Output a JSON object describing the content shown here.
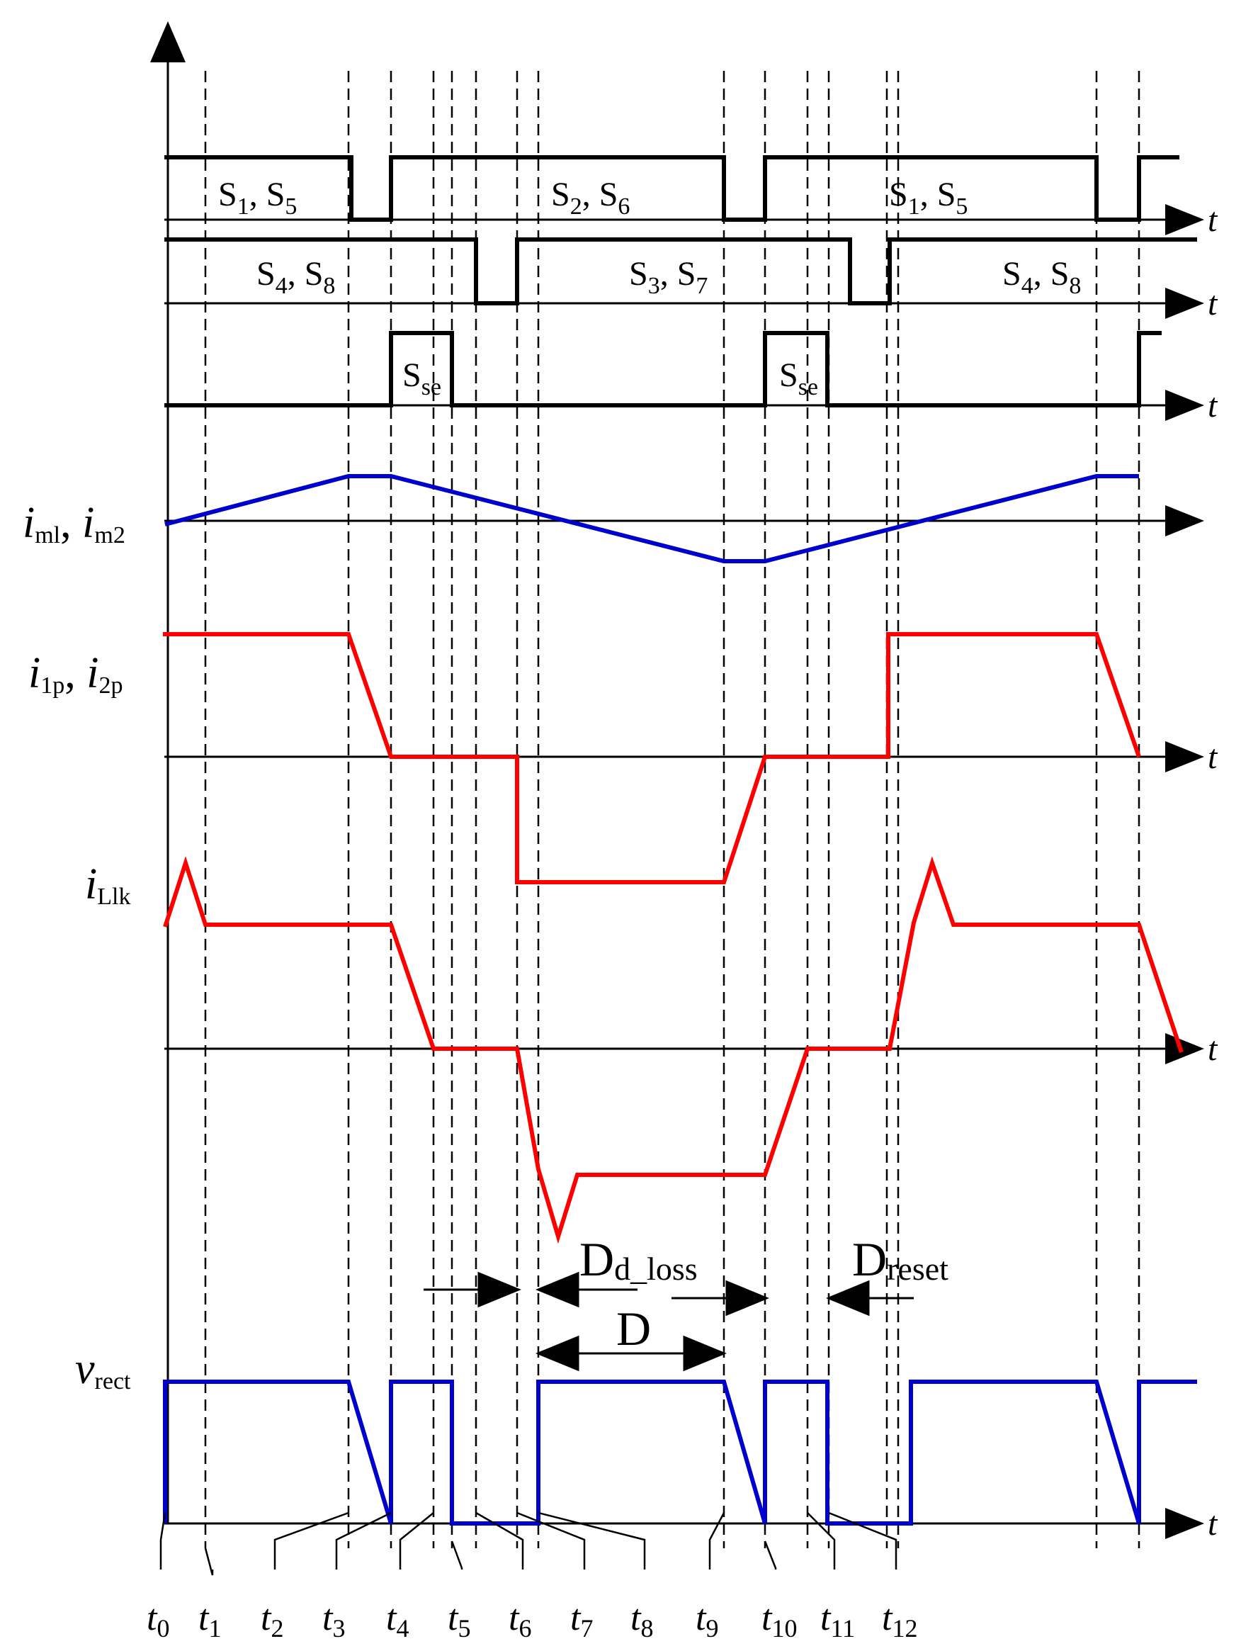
{
  "colors": {
    "gate": "#000000",
    "magnetizing": "#0000cc",
    "current": "#ff0000",
    "rectifier": "#0000cc"
  },
  "time_marks": [
    "0",
    "1",
    "2",
    "3",
    "4",
    "5",
    "6",
    "7",
    "8",
    "9",
    "10",
    "11",
    "12"
  ],
  "time_prefix": "t",
  "axis_symbol": "t",
  "gates": {
    "s15": {
      "base": "S",
      "parts": [
        [
          "1",
          ", "
        ],
        [
          "5",
          ""
        ]
      ]
    },
    "s15_b": {
      "base": "S",
      "parts": [
        [
          "1",
          ", "
        ],
        [
          "5",
          ""
        ]
      ]
    },
    "s26": {
      "base": "S",
      "parts": [
        [
          "2",
          ", "
        ],
        [
          "6",
          ""
        ]
      ]
    },
    "s48": {
      "base": "S",
      "parts": [
        [
          "4",
          ", "
        ],
        [
          "8",
          ""
        ]
      ]
    },
    "s48_b": {
      "base": "S",
      "parts": [
        [
          "4",
          ", "
        ],
        [
          "8",
          ""
        ]
      ]
    },
    "s37": {
      "base": "S",
      "parts": [
        [
          "3",
          ", "
        ],
        [
          "7",
          ""
        ]
      ]
    },
    "sse": {
      "base": "S",
      "sub": "se"
    },
    "sse_b": {
      "base": "S",
      "sub": "se"
    }
  },
  "signals": {
    "im": {
      "i1": "i",
      "s1": "ml",
      "sep": ", ",
      "i2": "i",
      "s2": "m2"
    },
    "ip": {
      "i1": "i",
      "s1": "1p",
      "sep": ", ",
      "i2": "i",
      "s2": "2p"
    },
    "ilk": {
      "i": "i",
      "s": "Llk"
    },
    "vrect": {
      "v": "v",
      "s": "rect"
    }
  },
  "annotations": {
    "d_loss": {
      "base": "D",
      "sub": "d_loss"
    },
    "d": "D",
    "d_reset": {
      "base": "D",
      "sub": "reset"
    }
  }
}
